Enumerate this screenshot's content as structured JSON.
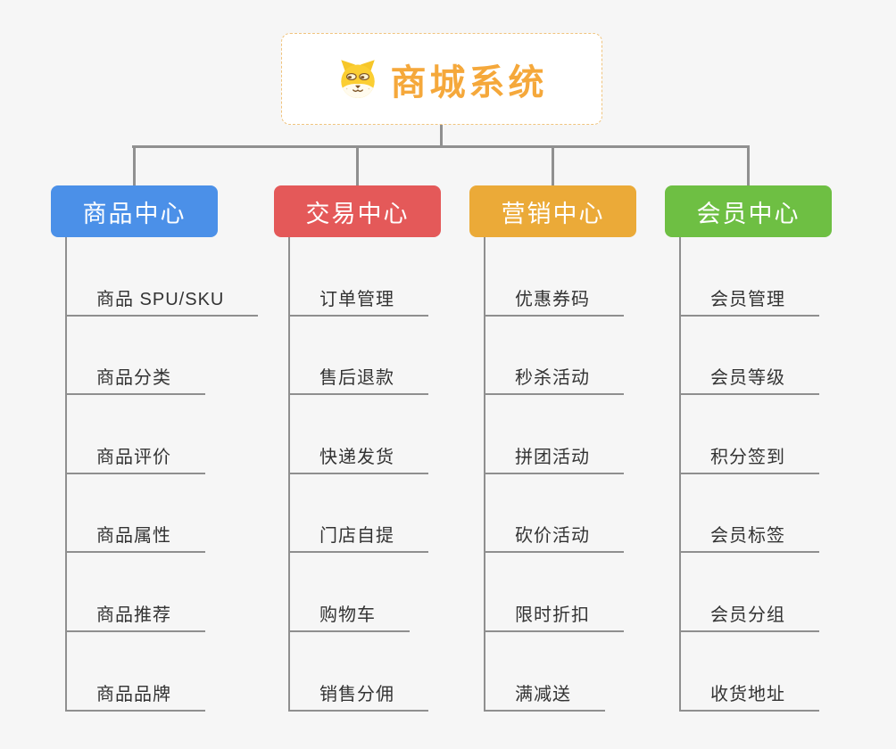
{
  "canvas": {
    "background_color": "#f6f6f6",
    "connector_color": "#909090",
    "item_text_color": "#333333"
  },
  "root": {
    "title": "商城系统",
    "icon": "shiba-doge-icon",
    "accent_color": "#f5a83b",
    "border_color": "#f0c47e"
  },
  "branches": [
    {
      "label": "商品中心",
      "color": "#4b90e8",
      "items": [
        "商品 SPU/SKU",
        "商品分类",
        "商品评价",
        "商品属性",
        "商品推荐",
        "商品品牌"
      ]
    },
    {
      "label": "交易中心",
      "color": "#e45959",
      "items": [
        "订单管理",
        "售后退款",
        "快递发货",
        "门店自提",
        "购物车",
        "销售分佣"
      ]
    },
    {
      "label": "营销中心",
      "color": "#ebaa38",
      "items": [
        "优惠券码",
        "秒杀活动",
        "拼团活动",
        "砍价活动",
        "限时折扣",
        "满减送"
      ]
    },
    {
      "label": "会员中心",
      "color": "#6ebf43",
      "items": [
        "会员管理",
        "会员等级",
        "积分签到",
        "会员标签",
        "会员分组",
        "收货地址"
      ]
    }
  ]
}
